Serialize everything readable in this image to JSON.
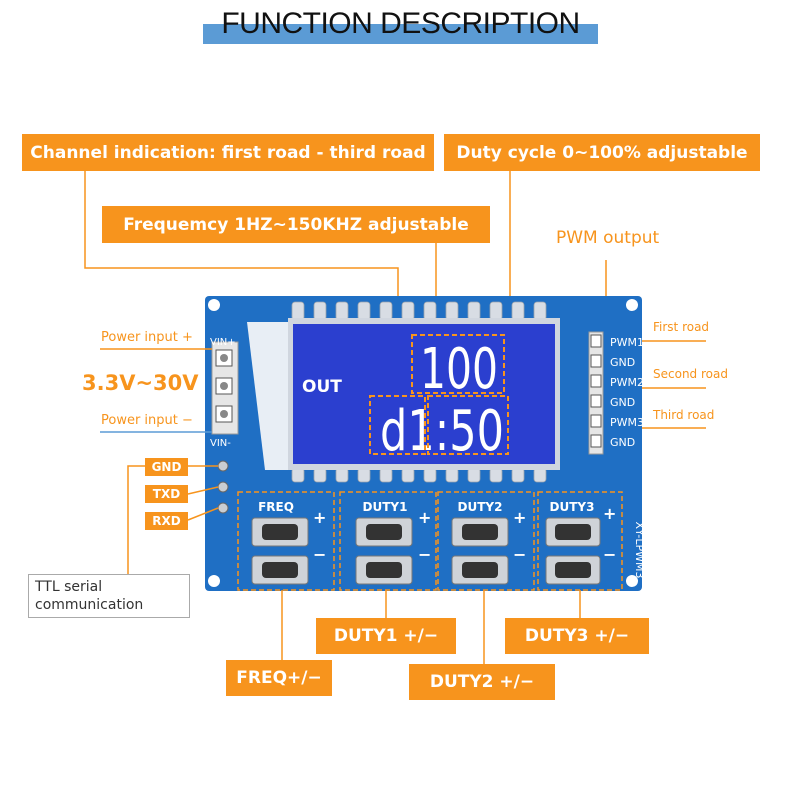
{
  "header": {
    "title": "FUNCTION DESCRIPTION"
  },
  "callouts": {
    "channel_indication": "Channel indication: first road - third road",
    "duty_cycle": "Duty cycle 0~100% adjustable",
    "frequency": "Frequemcy 1HZ~150KHZ adjustable",
    "pwm_output": "PWM output",
    "freq_btn": "FREQ+/−",
    "duty1_btn": "DUTY1 +/−",
    "duty2_btn": "DUTY2 +/−",
    "duty3_btn": "DUTY3 +/−"
  },
  "power": {
    "input_plus": "Power input +",
    "voltage": "3.3V~30V",
    "input_minus": "Power input −"
  },
  "serial": {
    "pins": [
      "GND",
      "TXD",
      "RXD"
    ],
    "label_line1": "TTL serial",
    "label_line2": "communication"
  },
  "outputs": {
    "first": "First road",
    "second": "Second road",
    "third": "Third road"
  },
  "board": {
    "vin_plus": "VIN+",
    "vin_minus": "VIN-",
    "model": "XY-LPWM3",
    "pins": [
      "PWM1",
      "GND",
      "PWM2",
      "GND",
      "PWM3",
      "GND"
    ],
    "buttons": [
      "FREQ",
      "DUTY1",
      "DUTY2",
      "DUTY3"
    ],
    "plus": "+",
    "minus": "−"
  },
  "lcd": {
    "out_label": "OUT",
    "top_value": "100",
    "bottom_value": "d1:50"
  },
  "colors": {
    "accent": "#f7941d",
    "board": "#1f6fc4",
    "lcd": "#2b3fcf",
    "header_bar": "#5b9bd5"
  }
}
